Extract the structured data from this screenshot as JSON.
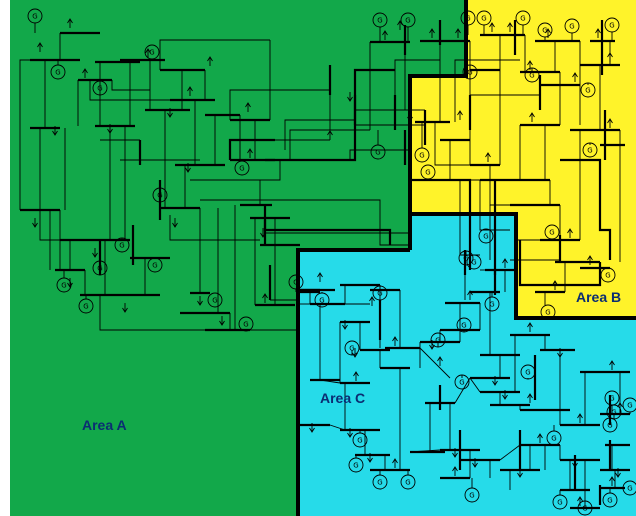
{
  "areas": [
    {
      "id": "A",
      "label": "Area A",
      "color": "#12a84a"
    },
    {
      "id": "B",
      "label": "Area B",
      "color": "#fff32a"
    },
    {
      "id": "C",
      "label": "Area C",
      "color": "#26dbe9"
    }
  ],
  "generator_symbol": "G",
  "label_color": "#0b2d72",
  "line_color": "#000000"
}
